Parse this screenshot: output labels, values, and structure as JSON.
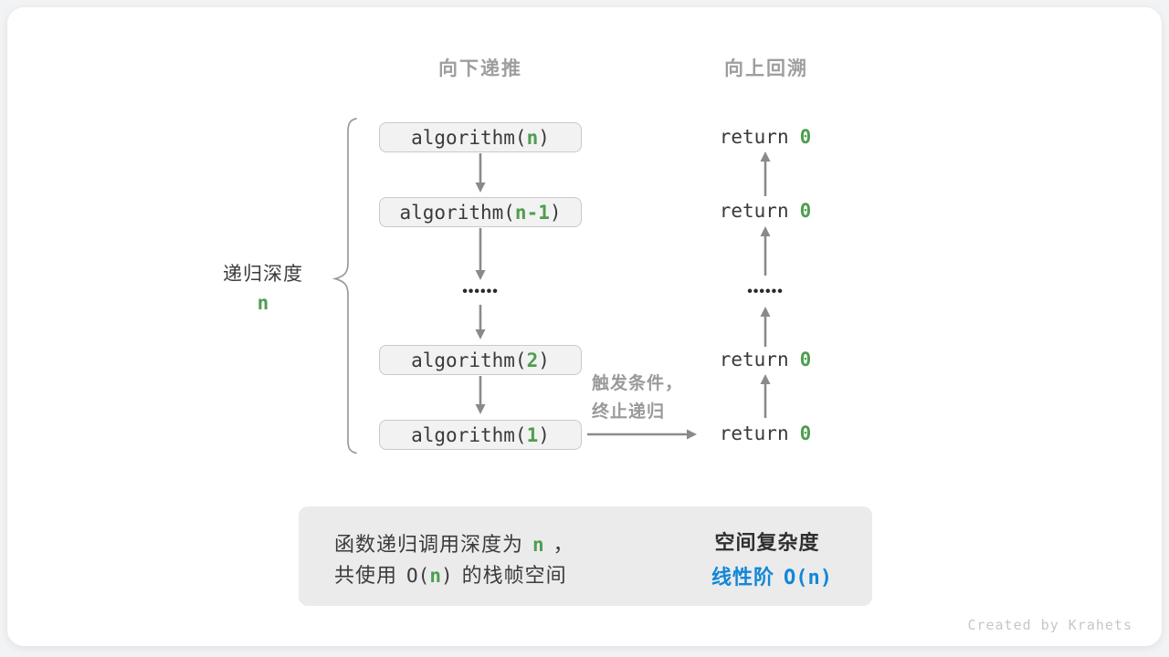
{
  "colors": {
    "green": "#4e9e50",
    "blue": "#1287d8",
    "arrow_gray": "#8a8a8a",
    "header_gray": "#9e9e9e",
    "box_bg": "#f2f2f2",
    "box_border": "#c9c9c9",
    "summary_bg": "#ebebeb",
    "text_dark": "#3a3a3a",
    "credit_gray": "#c6c6c6"
  },
  "headers": {
    "descend": "向下递推",
    "backtrack": "向上回溯"
  },
  "depth": {
    "label": "递归深度",
    "value": "n"
  },
  "calls": [
    {
      "prefix": "algorithm(",
      "param": "n",
      "suffix": ")"
    },
    {
      "prefix": "algorithm(",
      "param": "n-1",
      "suffix": ")"
    },
    {
      "prefix": "algorithm(",
      "param": "2",
      "suffix": ")"
    },
    {
      "prefix": "algorithm(",
      "param": "1",
      "suffix": ")"
    }
  ],
  "ellipsis": "••••••",
  "returns": {
    "keyword": "return",
    "value": "0"
  },
  "base_note": {
    "line1": "触发条件，",
    "line2": "终止递归"
  },
  "summary": {
    "l1_text": "函数递归调用深度为",
    "l1_n": "n",
    "l1_comma": "，",
    "l2_pre": "共使用",
    "l2_o_open": "O(",
    "l2_n": "n",
    "l2_o_close": ")",
    "l2_post": "的栈帧空间",
    "r_title": "空间复杂度",
    "r_label": "线性阶",
    "r_complexity": "O(n)"
  },
  "credit": "Created by Krahets"
}
